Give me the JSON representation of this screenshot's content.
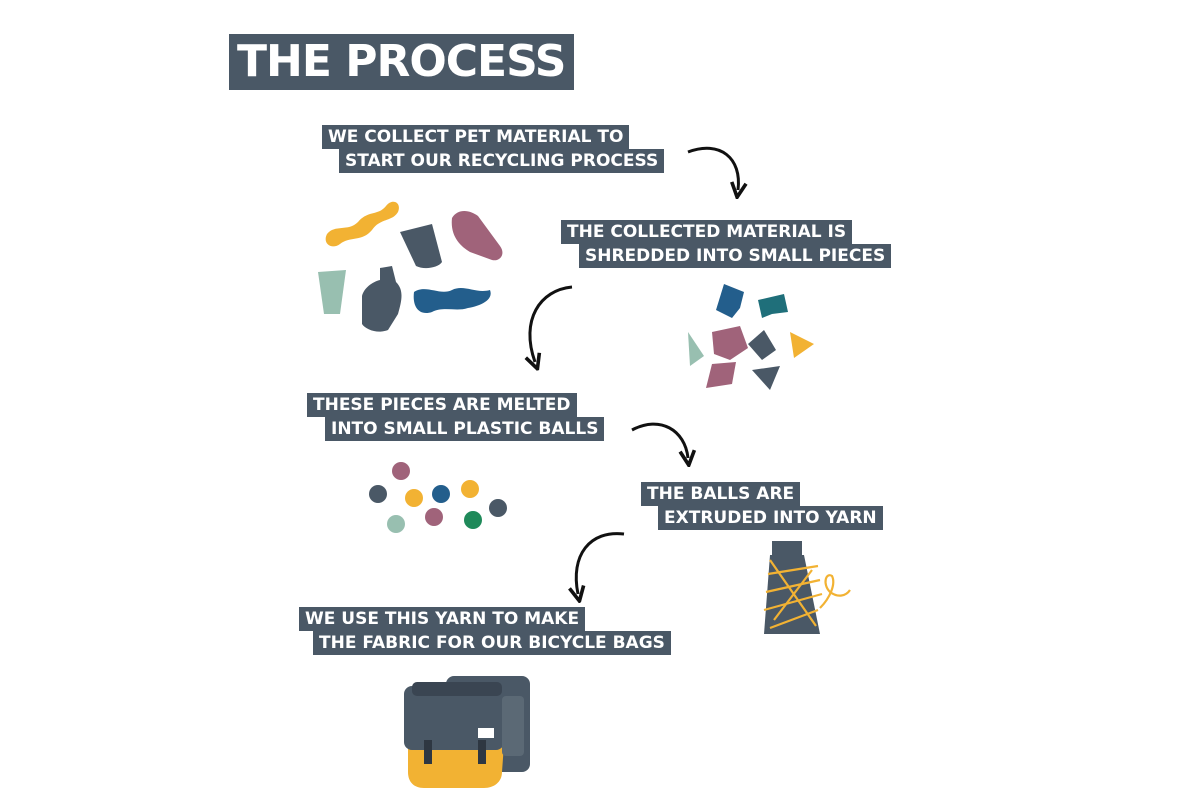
{
  "title": "THE PROCESS",
  "steps": [
    {
      "line1": "WE COLLECT PET MATERIAL TO",
      "line2": "START OUR RECYCLING PROCESS"
    },
    {
      "line1": "THE COLLECTED MATERIAL IS",
      "line2": "SHREDDED INTO SMALL PIECES"
    },
    {
      "line1": "THESE PIECES ARE MELTED",
      "line2": "INTO SMALL PLASTIC BALLS"
    },
    {
      "line1": "THE BALLS ARE",
      "line2": "EXTRUDED INTO YARN"
    },
    {
      "line1": "WE USE THIS YARN TO MAKE",
      "line2": "THE FABRIC FOR OUR BICYCLE BAGS"
    }
  ],
  "colors": {
    "label_bg": "#4a5866",
    "label_text": "#ffffff",
    "yellow": "#f2b233",
    "blue": "#235e8c",
    "mauve": "#a0637a",
    "sage": "#98bfb0",
    "slate": "#4a5866",
    "teal": "#1f6f7a",
    "green": "#1f8a5a"
  },
  "icons": [
    "collected-pet-items-icon",
    "shredded-pieces-icon",
    "plastic-balls-icon",
    "yarn-spool-icon",
    "bicycle-bag-icon",
    "curved-arrow-icon"
  ]
}
